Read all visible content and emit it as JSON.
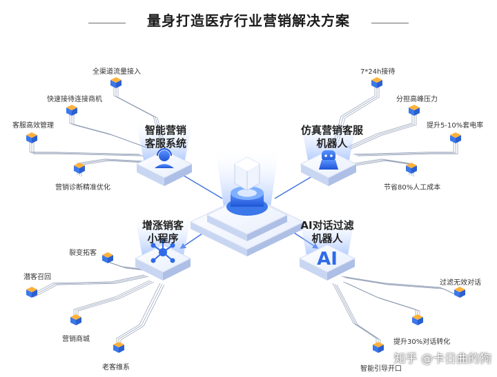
{
  "title": "量身打造医疗行业营销解决方案",
  "colors": {
    "accent": "#2f6be8",
    "line": "#8a96b0",
    "cube_top": "#ffb13b",
    "cube_side": "#3b78ea"
  },
  "hubs": {
    "tl": {
      "line1": "智能营销",
      "line2": "客服系统",
      "icon": "agent-headset-icon"
    },
    "tr": {
      "line1": "仿真营销客服",
      "line2": "机器人",
      "icon": "robot-icon"
    },
    "bl": {
      "line1": "增涨销客",
      "line2": "小程序",
      "icon": "network-icon"
    },
    "br": {
      "line1": "AI对话过滤",
      "line2": "机器人",
      "icon_text": "AI"
    }
  },
  "leaves": {
    "tl": [
      "全渠道流量接入",
      "快速接待连接商机",
      "客服高效管理",
      "营销诊断精准优化"
    ],
    "tr": [
      "7*24h接待",
      "分担高峰压力",
      "提升5-10%套电率",
      "节省80%人工成本"
    ],
    "bl": [
      "裂变拓客",
      "潜客召回",
      "营销商城",
      "老客维系"
    ],
    "br": [
      "过滤无效对话",
      "提升30%对话转化",
      "智能引导开口"
    ]
  },
  "watermark": "知乎 @卡日曲的狗"
}
